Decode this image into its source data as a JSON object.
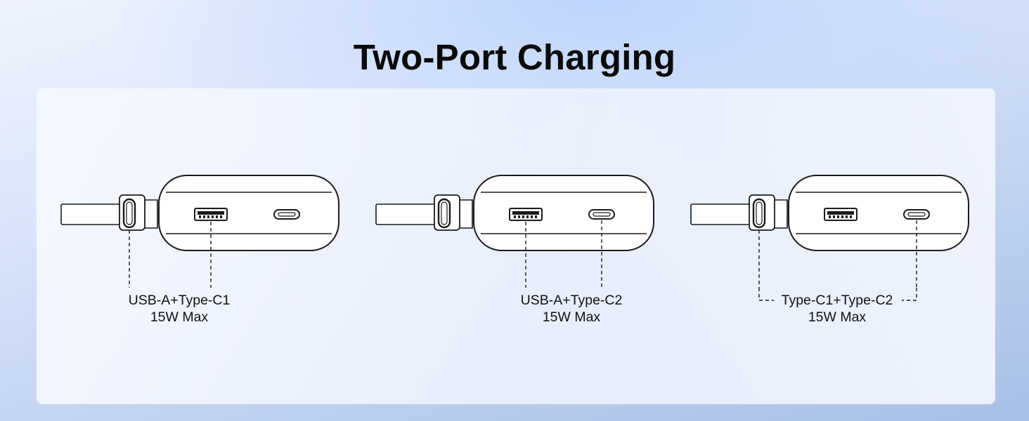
{
  "title": "Two-Port Charging",
  "colors": {
    "stroke": "#1a1a1a",
    "fill": "#ffffff"
  },
  "configs": [
    {
      "ports": "USB-A+Type-C1",
      "power": "15W Max",
      "links": [
        "cable-c1",
        "usb-a"
      ]
    },
    {
      "ports": "USB-A+Type-C2",
      "power": "15W Max",
      "links": [
        "usb-a",
        "type-c2"
      ]
    },
    {
      "ports": "Type-C1+Type-C2",
      "power": "15W Max",
      "links": [
        "cable-c1",
        "type-c2"
      ]
    }
  ]
}
